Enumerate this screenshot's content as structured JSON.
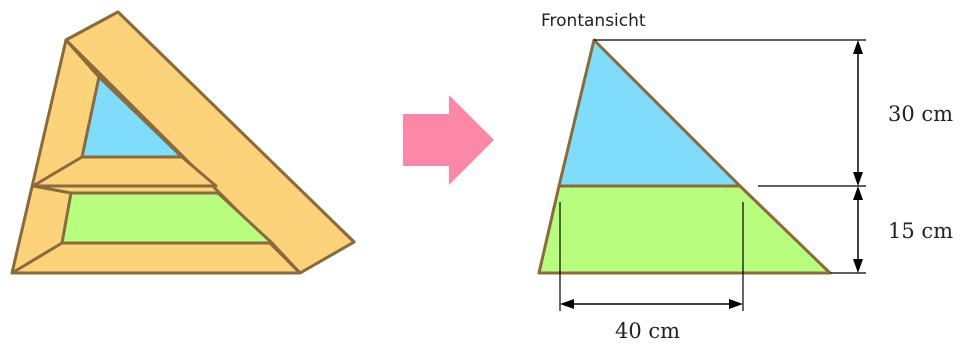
{
  "front_view_label": "Frontansicht",
  "dimensions": {
    "upper_height": "30 cm",
    "lower_height": "15 cm",
    "width": "40 cm"
  },
  "colors": {
    "frame_fill": "#FCD37A",
    "frame_stroke": "#8B6A3C",
    "top_glass": "#7FDDFB",
    "bottom_glass": "#B9FD7E",
    "arrow": "#FB88A6",
    "dimension_line": "#000000"
  }
}
